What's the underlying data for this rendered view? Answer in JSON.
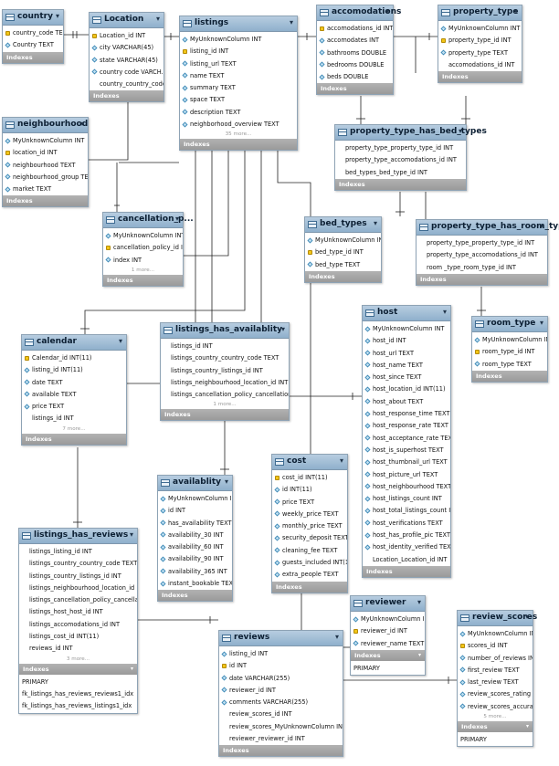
{
  "tables": [
    {
      "id": "country",
      "name": "country",
      "columns": [
        {
          "name": "country_code TEXT",
          "icon": "key"
        },
        {
          "name": "Country TEXT",
          "icon": "diamond"
        }
      ],
      "indexes_label": "Indexes"
    },
    {
      "id": "location",
      "name": "Location",
      "columns": [
        {
          "name": "Location_id INT",
          "icon": "key"
        },
        {
          "name": "city VARCHAR(45)",
          "icon": "diamond"
        },
        {
          "name": "state VARCHAR(45)",
          "icon": "diamond"
        },
        {
          "name": "country code VARCH...",
          "icon": "diamond"
        },
        {
          "name": "country_country_code T...",
          "icon": "none"
        }
      ],
      "indexes_label": "Indexes"
    },
    {
      "id": "listings",
      "name": "listings",
      "columns": [
        {
          "name": "MyUnknownColumn INT",
          "icon": "diamond"
        },
        {
          "name": "listing_id INT",
          "icon": "key"
        },
        {
          "name": "listing_url TEXT",
          "icon": "diamond"
        },
        {
          "name": "name TEXT",
          "icon": "diamond"
        },
        {
          "name": "summary TEXT",
          "icon": "diamond"
        },
        {
          "name": "space TEXT",
          "icon": "diamond"
        },
        {
          "name": "description TEXT",
          "icon": "diamond"
        },
        {
          "name": "neighborhood_overview TEXT",
          "icon": "diamond"
        }
      ],
      "more": "35 more...",
      "indexes_label": "Indexes"
    },
    {
      "id": "accomodations",
      "name": "accomodations",
      "columns": [
        {
          "name": "accomodations_id INT",
          "icon": "key"
        },
        {
          "name": "accomodates INT",
          "icon": "diamond"
        },
        {
          "name": "bathrooms DOUBLE",
          "icon": "diamond"
        },
        {
          "name": "bedrooms DOUBLE",
          "icon": "diamond"
        },
        {
          "name": "beds DOUBLE",
          "icon": "diamond"
        }
      ],
      "indexes_label": "Indexes"
    },
    {
      "id": "property_type",
      "name": "property_type",
      "columns": [
        {
          "name": "MyUnknownColumn INT",
          "icon": "diamond"
        },
        {
          "name": "property_type_id INT",
          "icon": "key"
        },
        {
          "name": "property_type TEXT",
          "icon": "diamond"
        },
        {
          "name": "accomodations_id INT",
          "icon": "none"
        }
      ],
      "indexes_label": "Indexes"
    },
    {
      "id": "neighbourhood",
      "name": "neighbourhood",
      "columns": [
        {
          "name": "MyUnknownColumn INT",
          "icon": "diamond"
        },
        {
          "name": "location_id INT",
          "icon": "key"
        },
        {
          "name": "neighbourhood TEXT",
          "icon": "diamond"
        },
        {
          "name": "neighbourhood_group TEXT",
          "icon": "diamond"
        },
        {
          "name": "market TEXT",
          "icon": "diamond"
        }
      ],
      "indexes_label": "Indexes"
    },
    {
      "id": "ptbed",
      "name": "property_type_has_bed_types",
      "columns": [
        {
          "name": "property_type_property_type_id INT",
          "icon": "none"
        },
        {
          "name": "property_type_accomodations_id INT",
          "icon": "none"
        },
        {
          "name": "bed_types_bed_type_id INT",
          "icon": "none"
        }
      ],
      "indexes_label": "Indexes"
    },
    {
      "id": "cancellation",
      "name": "cancellation_p...",
      "columns": [
        {
          "name": "MyUnknownColumn INT",
          "icon": "diamond"
        },
        {
          "name": "cancellation_policy_id INT",
          "icon": "key"
        },
        {
          "name": "index INT",
          "icon": "diamond"
        }
      ],
      "more": "1 more...",
      "indexes_label": "Indexes"
    },
    {
      "id": "bed_types",
      "name": "bed_types",
      "columns": [
        {
          "name": "MyUnknownColumn INT",
          "icon": "diamond"
        },
        {
          "name": "bed_type_id INT",
          "icon": "key"
        },
        {
          "name": "bed_type TEXT",
          "icon": "diamond"
        }
      ],
      "indexes_label": "Indexes"
    },
    {
      "id": "ptroom",
      "name": "property_type_has_room_type",
      "columns": [
        {
          "name": "property_type_property_type_id INT",
          "icon": "none"
        },
        {
          "name": "property_type_accomodations_id INT",
          "icon": "none"
        },
        {
          "name": "room _type_room_type_id INT",
          "icon": "none"
        }
      ],
      "indexes_label": "Indexes"
    },
    {
      "id": "calendar",
      "name": "calendar",
      "columns": [
        {
          "name": "Calendar_id INT(11)",
          "icon": "key"
        },
        {
          "name": "listing_id INT(11)",
          "icon": "diamond"
        },
        {
          "name": "date TEXT",
          "icon": "diamond"
        },
        {
          "name": "available TEXT",
          "icon": "diamond"
        },
        {
          "name": "price TEXT",
          "icon": "diamond"
        },
        {
          "name": "listings_id INT",
          "icon": "none"
        }
      ],
      "more": "7 more...",
      "indexes_label": "Indexes"
    },
    {
      "id": "lha",
      "name": "listings_has_availablity",
      "columns": [
        {
          "name": "listings_id INT",
          "icon": "none"
        },
        {
          "name": "listings_country_country_code TEXT",
          "icon": "none"
        },
        {
          "name": "listings_country_listings_id INT",
          "icon": "none"
        },
        {
          "name": "listings_neighbourhood_location_id INT",
          "icon": "none"
        },
        {
          "name": "listings_cancellation_policy_cancellation_pol...",
          "icon": "none"
        }
      ],
      "more": "1 more...",
      "indexes_label": "Indexes"
    },
    {
      "id": "host",
      "name": "host",
      "columns": [
        {
          "name": "MyUnknownColumn INT",
          "icon": "diamond"
        },
        {
          "name": "host_id INT",
          "icon": "diamond"
        },
        {
          "name": "host_url TEXT",
          "icon": "diamond"
        },
        {
          "name": "host_name TEXT",
          "icon": "diamond"
        },
        {
          "name": "host_since TEXT",
          "icon": "diamond"
        },
        {
          "name": "host_location_id INT(11)",
          "icon": "diamond"
        },
        {
          "name": "host_about TEXT",
          "icon": "diamond"
        },
        {
          "name": "host_response_time TEXT",
          "icon": "diamond"
        },
        {
          "name": "host_response_rate TEXT",
          "icon": "diamond"
        },
        {
          "name": "host_acceptance_rate TEXT",
          "icon": "diamond"
        },
        {
          "name": "host_is_superhost TEXT",
          "icon": "diamond"
        },
        {
          "name": "host_thumbnail_url TEXT",
          "icon": "diamond"
        },
        {
          "name": "host_picture_url TEXT",
          "icon": "diamond"
        },
        {
          "name": "host_neighbourhood TEXT",
          "icon": "diamond"
        },
        {
          "name": "host_listings_count INT",
          "icon": "diamond"
        },
        {
          "name": "host_total_listings_count INT",
          "icon": "diamond"
        },
        {
          "name": "host_verifications TEXT",
          "icon": "diamond"
        },
        {
          "name": "host_has_profile_pic TEXT",
          "icon": "diamond"
        },
        {
          "name": "host_identity_verified TEXT",
          "icon": "diamond"
        },
        {
          "name": "Location_Location_id INT",
          "icon": "none"
        }
      ],
      "indexes_label": "Indexes"
    },
    {
      "id": "room_type",
      "name": "room_type",
      "columns": [
        {
          "name": "MyUnknownColumn INT",
          "icon": "diamond"
        },
        {
          "name": "room_type_id INT",
          "icon": "key"
        },
        {
          "name": "room_type TEXT",
          "icon": "diamond"
        }
      ],
      "indexes_label": "Indexes"
    },
    {
      "id": "cost",
      "name": "cost",
      "columns": [
        {
          "name": "cost_id INT(11)",
          "icon": "key"
        },
        {
          "name": "id INT(11)",
          "icon": "diamond"
        },
        {
          "name": "price TEXT",
          "icon": "diamond"
        },
        {
          "name": "weekly_price TEXT",
          "icon": "diamond"
        },
        {
          "name": "monthly_price TEXT",
          "icon": "diamond"
        },
        {
          "name": "security_deposit TEXT",
          "icon": "diamond"
        },
        {
          "name": "cleaning_fee TEXT",
          "icon": "diamond"
        },
        {
          "name": "guests_included INT(11)",
          "icon": "diamond"
        },
        {
          "name": "extra_people TEXT",
          "icon": "diamond"
        }
      ],
      "indexes_label": "Indexes"
    },
    {
      "id": "availablity",
      "name": "availablity",
      "columns": [
        {
          "name": "MyUnknownColumn INT",
          "icon": "diamond"
        },
        {
          "name": "id INT",
          "icon": "diamond"
        },
        {
          "name": "has_availability TEXT",
          "icon": "diamond"
        },
        {
          "name": "availability_30 INT",
          "icon": "diamond"
        },
        {
          "name": "availability_60 INT",
          "icon": "diamond"
        },
        {
          "name": "availability_90 INT",
          "icon": "diamond"
        },
        {
          "name": "availability_365 INT",
          "icon": "diamond"
        },
        {
          "name": "instant_bookable TEXT",
          "icon": "diamond"
        }
      ],
      "indexes_label": "Indexes"
    },
    {
      "id": "lhr",
      "name": "listings_has_reviews",
      "columns": [
        {
          "name": "listings_listing_id INT",
          "icon": "none"
        },
        {
          "name": "listings_country_country_code TEXT",
          "icon": "none"
        },
        {
          "name": "listings_country_listings_id INT",
          "icon": "none"
        },
        {
          "name": "listings_neighbourhood_location_id INT",
          "icon": "none"
        },
        {
          "name": "listings_cancellation_policy_cancellation_...",
          "icon": "none"
        },
        {
          "name": "listings_host_host_id INT",
          "icon": "none"
        },
        {
          "name": "listings_accomodations_id INT",
          "icon": "none"
        },
        {
          "name": "listings_cost_id INT(11)",
          "icon": "none"
        },
        {
          "name": "reviews_id INT",
          "icon": "none"
        }
      ],
      "more": "3 more...",
      "indexes_label": "Indexes",
      "index_entries": [
        "PRIMARY",
        "fk_listings_has_reviews_reviews1_idx",
        "fk_listings_has_reviews_listings1_idx"
      ]
    },
    {
      "id": "reviewer",
      "name": "reviewer",
      "columns": [
        {
          "name": "MyUnknownColumn INT",
          "icon": "diamond"
        },
        {
          "name": "reviewer_id INT",
          "icon": "key"
        },
        {
          "name": "reviewer_name TEXT",
          "icon": "diamond"
        }
      ],
      "indexes_label": "Indexes",
      "index_entries": [
        "PRIMARY"
      ]
    },
    {
      "id": "review_scores",
      "name": "review_scores",
      "columns": [
        {
          "name": "MyUnknownColumn INT",
          "icon": "diamond"
        },
        {
          "name": "scores_id INT",
          "icon": "key"
        },
        {
          "name": "number_of_reviews INT",
          "icon": "diamond"
        },
        {
          "name": "first_review TEXT",
          "icon": "diamond"
        },
        {
          "name": "last_review TEXT",
          "icon": "diamond"
        },
        {
          "name": "review_scores_rating ...",
          "icon": "diamond"
        },
        {
          "name": "review_scores_accura...",
          "icon": "diamond"
        }
      ],
      "more": "5 more...",
      "indexes_label": "Indexes",
      "index_entries": [
        "PRIMARY"
      ]
    },
    {
      "id": "reviews",
      "name": "reviews",
      "columns": [
        {
          "name": "listing_id INT",
          "icon": "diamond"
        },
        {
          "name": "id INT",
          "icon": "key"
        },
        {
          "name": "date VARCHAR(255)",
          "icon": "diamond"
        },
        {
          "name": "reviewer_id INT",
          "icon": "diamond"
        },
        {
          "name": "comments VARCHAR(255)",
          "icon": "diamond"
        },
        {
          "name": "review_scores_id INT",
          "icon": "none"
        },
        {
          "name": "review_scores_MyUnknownColumn INT",
          "icon": "none"
        },
        {
          "name": "reviewer_reviewer_id INT",
          "icon": "none"
        }
      ],
      "indexes_label": "Indexes"
    }
  ]
}
